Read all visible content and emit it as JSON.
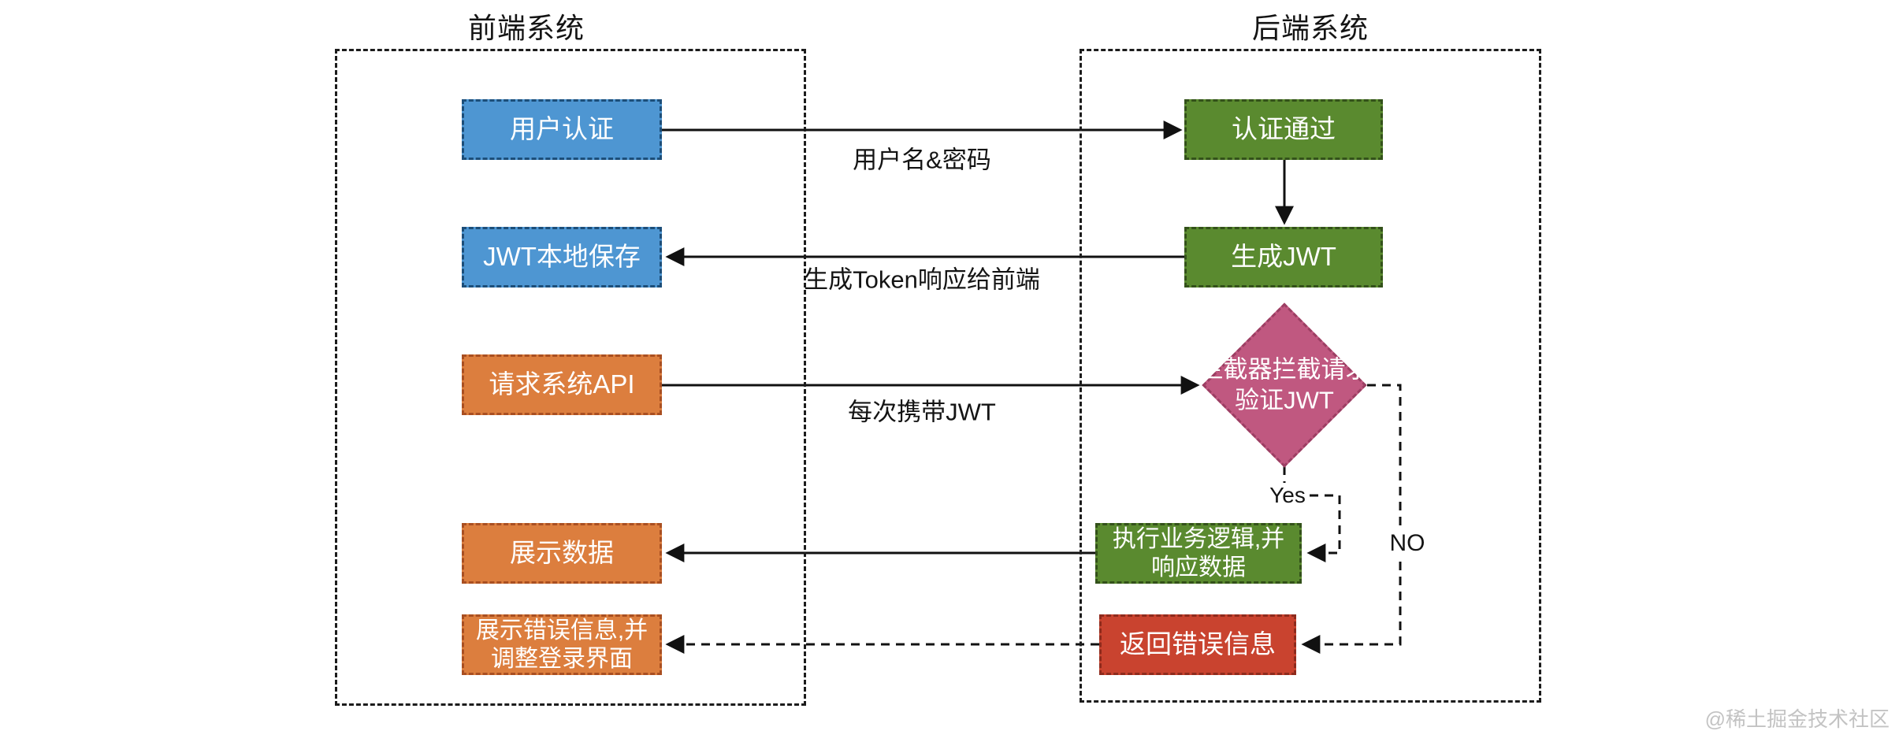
{
  "frontend": {
    "title": "前端系统",
    "nodes": {
      "user_auth": "用户认证",
      "jwt_save": "JWT本地保存",
      "request_api": "请求系统API",
      "show_data": "展示数据",
      "show_error": "展示错误信息,并\n调整登录界面"
    }
  },
  "backend": {
    "title": "后端系统",
    "nodes": {
      "auth_pass": "认证通过",
      "gen_jwt": "生成JWT",
      "interceptor": "拦截器拦截请求\n验证JWT",
      "exec_logic": "执行业务逻辑,并\n响应数据",
      "return_error": "返回错误信息"
    }
  },
  "edges": {
    "username_password": "用户名&密码",
    "token_response": "生成Token响应给前端",
    "carry_jwt": "每次携带JWT",
    "yes": "Yes",
    "no": "NO"
  },
  "watermark": "@稀土掘金技术社区",
  "colors": {
    "node_blue": "#4e96d2",
    "node_blue_border": "#1c4e79",
    "node_orange": "#dc7e3e",
    "node_orange_border": "#a94f21",
    "node_green": "#5a8a2f",
    "node_green_border": "#33511a",
    "node_red": "#c9432f",
    "node_red_border": "#8e2b1d",
    "diamond_pink": "#c05880",
    "diamond_pink_border": "#9c3f63",
    "connector": "#111111"
  }
}
